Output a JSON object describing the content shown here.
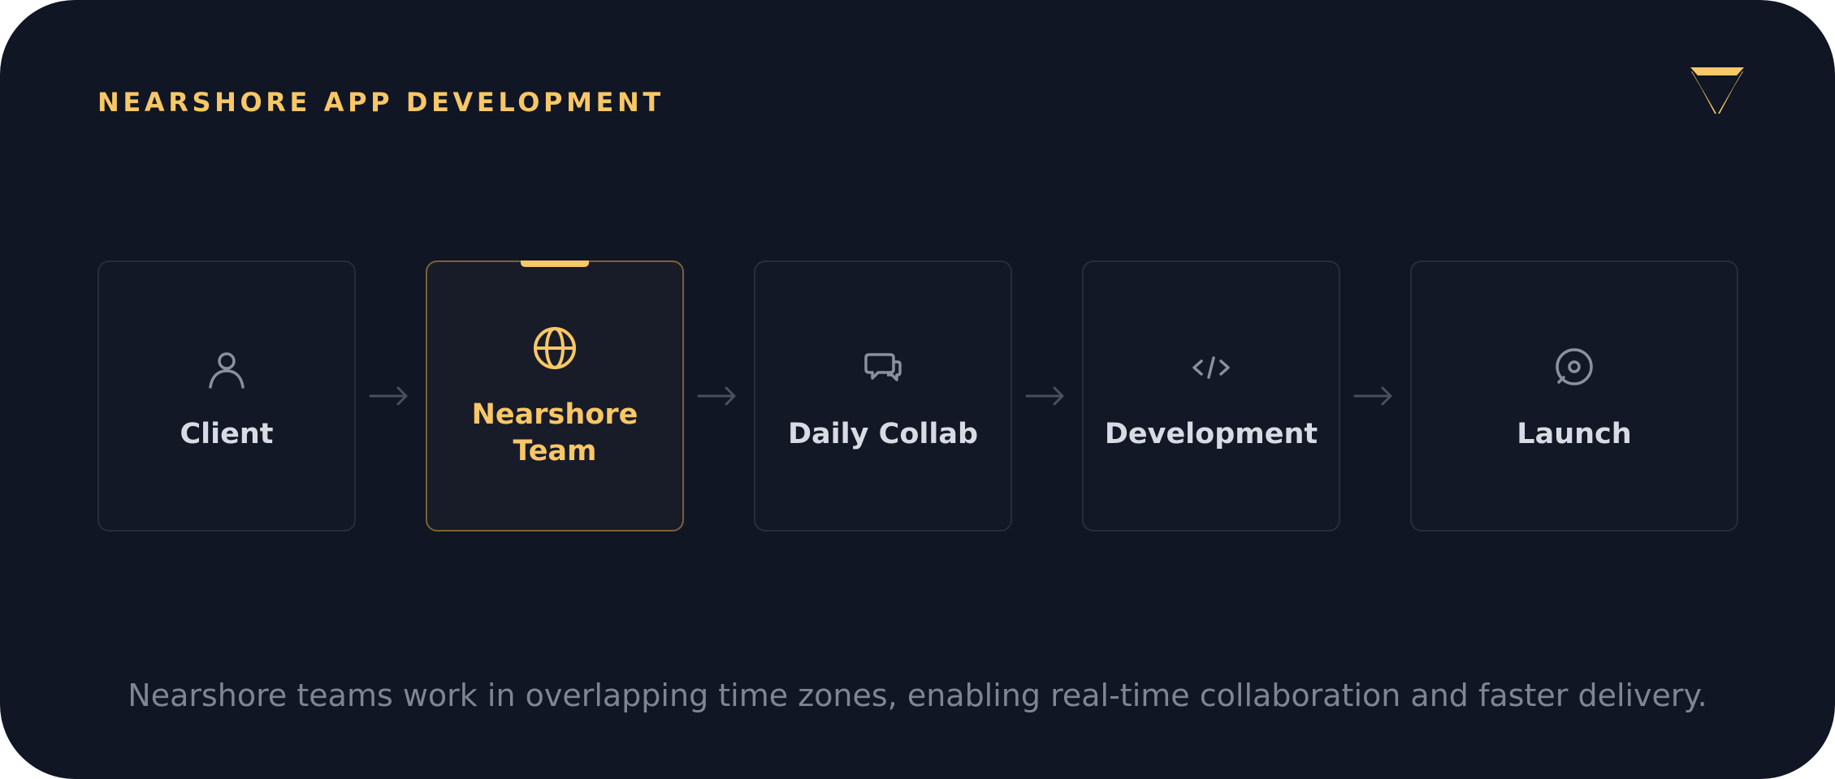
{
  "header": {
    "title": "NEARSHORE APP DEVELOPMENT",
    "logo_icon": "chevron-triangle-logo"
  },
  "steps": [
    {
      "label": "Client",
      "icon": "user-icon",
      "highlighted": false
    },
    {
      "label": "Nearshore Team",
      "icon": "globe-icon",
      "highlighted": true
    },
    {
      "label": "Daily Collab",
      "icon": "chat-bubbles-icon",
      "highlighted": false
    },
    {
      "label": "Development",
      "icon": "code-icon",
      "highlighted": false
    },
    {
      "label": "Launch",
      "icon": "target-icon",
      "highlighted": false
    }
  ],
  "connector_icon": "arrow-right-icon",
  "footer": {
    "caption": "Nearshore teams work in overlapping time zones, enabling real-time collaboration and faster delivery."
  },
  "colors": {
    "background": "#101623",
    "accent": "#f8c766",
    "card_border": "#272e3b",
    "active_border": "#7b6232",
    "label": "#d7dbe3",
    "muted": "#7f8693"
  }
}
